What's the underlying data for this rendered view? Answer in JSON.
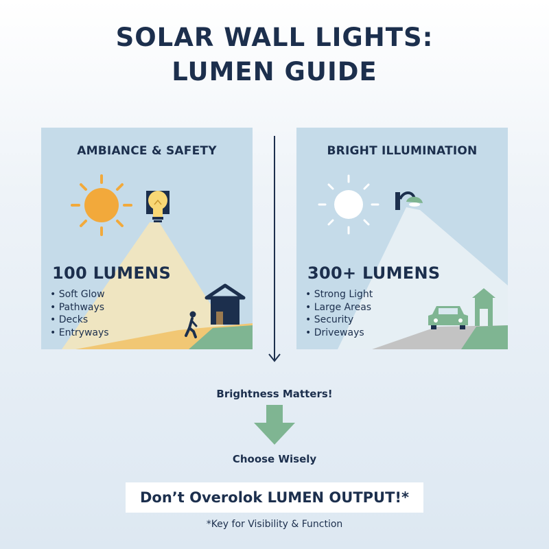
{
  "title": {
    "line1": "SOLAR WALL LIGHTS:",
    "line2": "LUMEN GUIDE"
  },
  "left_panel": {
    "heading": "AMBIANCE & SAFETY",
    "lumens": "100 LUMENS",
    "uses": [
      "Soft Glow",
      "Pathways",
      "Decks",
      "Entryways"
    ],
    "icons": [
      "sun-icon",
      "light-bulb-icon",
      "house-icon",
      "walking-person-icon"
    ]
  },
  "right_panel": {
    "heading": "BRIGHT ILLUMINATION",
    "lumens": "300+ LUMENS",
    "uses": [
      "Strong Light",
      "Large Areas",
      "Security",
      "Driveways"
    ],
    "icons": [
      "bright-sun-icon",
      "wall-lamp-icon",
      "car-icon",
      "garage-icon"
    ]
  },
  "brightness_text": "Brightness Matters!",
  "choose_text": "Choose Wisely",
  "cta": "Don’t Overolok LUMEN OUTPUT!*",
  "footnote": "*Key for Visibility & Function",
  "colors": {
    "navy": "#1c2f4d",
    "panel_bg": "#c5dbe9",
    "sun_orange": "#f2a93b",
    "warm_beam": "#f3e8c2",
    "green": "#7fb592",
    "white": "#ffffff"
  }
}
